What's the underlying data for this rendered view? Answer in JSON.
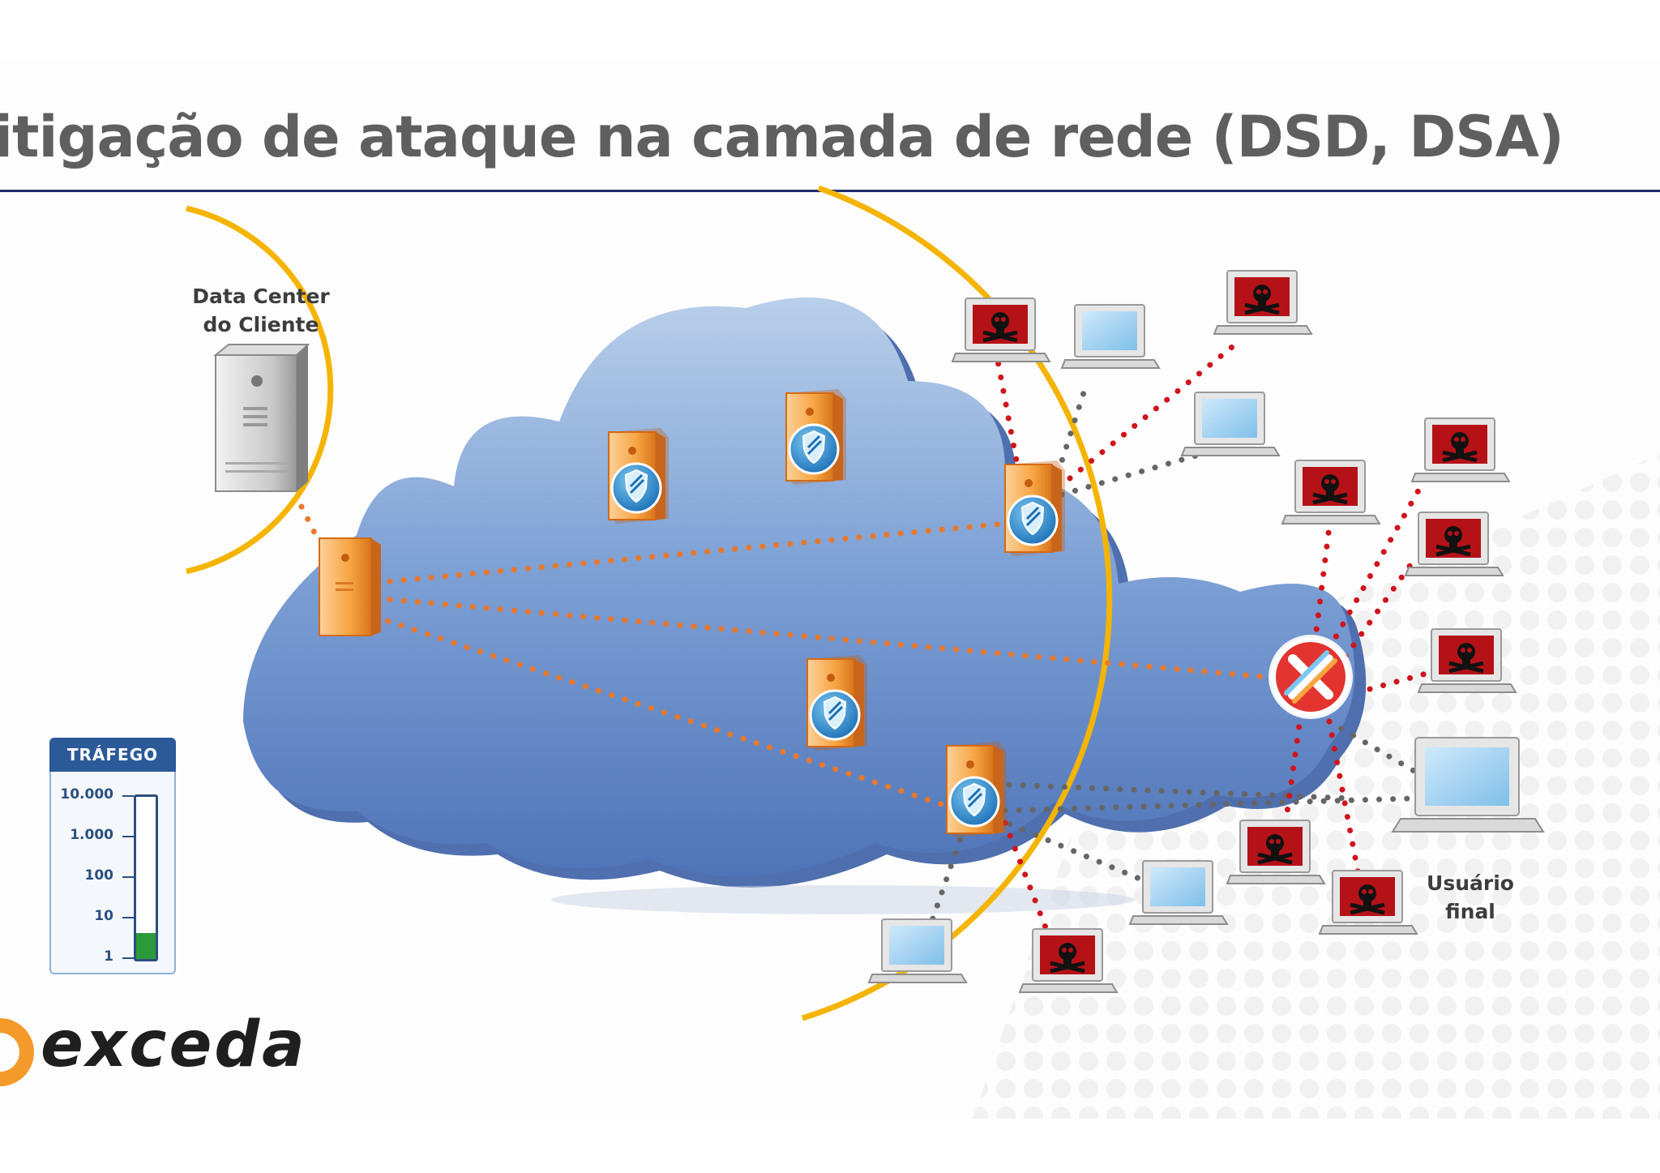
{
  "title": "itigação de ataque na camada de rede (DSD, DSA)",
  "labels": {
    "data_center": [
      "Data Center",
      "do Cliente"
    ],
    "end_user": [
      "Usuário",
      "final"
    ]
  },
  "traffic_meter": {
    "header": "TRÁFEGO",
    "ticks": [
      "10.000",
      "1.000",
      "100",
      "10",
      "1"
    ],
    "level_fraction": 0.16
  },
  "logo": "exceda",
  "colors": {
    "title_rule": "#1f2a6b",
    "arc": "#f4b400",
    "legit_link": "#e9782a",
    "attack_link": "#d0141c",
    "benign_link": "#666666",
    "cloud": "#7fa2d6",
    "server": "#f39a2b",
    "block": "#e3342f"
  },
  "icons": {
    "edge_server": "shield-server-icon",
    "origin_server": "server-tower-icon",
    "attacker": "skull-computer-icon",
    "client": "computer-icon",
    "block": "blocked-icon"
  }
}
